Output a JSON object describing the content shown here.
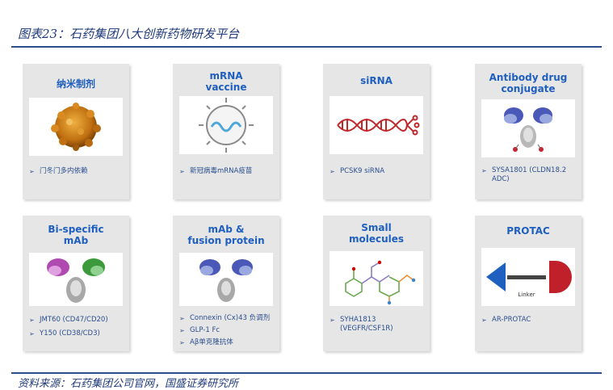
{
  "figure_title": "图表23：石药集团八大创新药物研发平台",
  "source": "资料来源：石药集团公司官网，国盛证券研究所",
  "bullet_glyph": "➢",
  "cards": [
    {
      "title": "纳米制剂",
      "bullets": [
        "门冬门多内依赖"
      ]
    },
    {
      "title": "mRNA\nvaccine",
      "bullets": [
        "新冠病毒mRNA疫苗"
      ]
    },
    {
      "title": "siRNA",
      "bullets": [
        "PCSK9 siRNA"
      ]
    },
    {
      "title": "Antibody drug\nconjugate",
      "bullets": [
        "SYSA1801 (CLDN18.2 ADC)"
      ]
    },
    {
      "title": "Bi-specific\nmAb",
      "bullets": [
        "JMT60 (CD47/CD20)",
        "Y150 (CD38/CD3)"
      ]
    },
    {
      "title": "mAb &\nfusion protein",
      "bullets": [
        "Connexin (Cx)43 负调剂",
        "GLP-1 Fc",
        "Aβ单克隆抗体"
      ]
    },
    {
      "title": "Small\nmolecules",
      "bullets": [
        "SYHA1813 (VEGFR/CSF1R)"
      ]
    },
    {
      "title": "PROTAC",
      "bullets": [
        "AR-PROTAC"
      ]
    }
  ],
  "protac_linker_label": "Linker",
  "colors": {
    "title_blue": "#1f5fbf",
    "rule_blue": "#2a4e8e",
    "card_bg": "#e6e6e6"
  }
}
